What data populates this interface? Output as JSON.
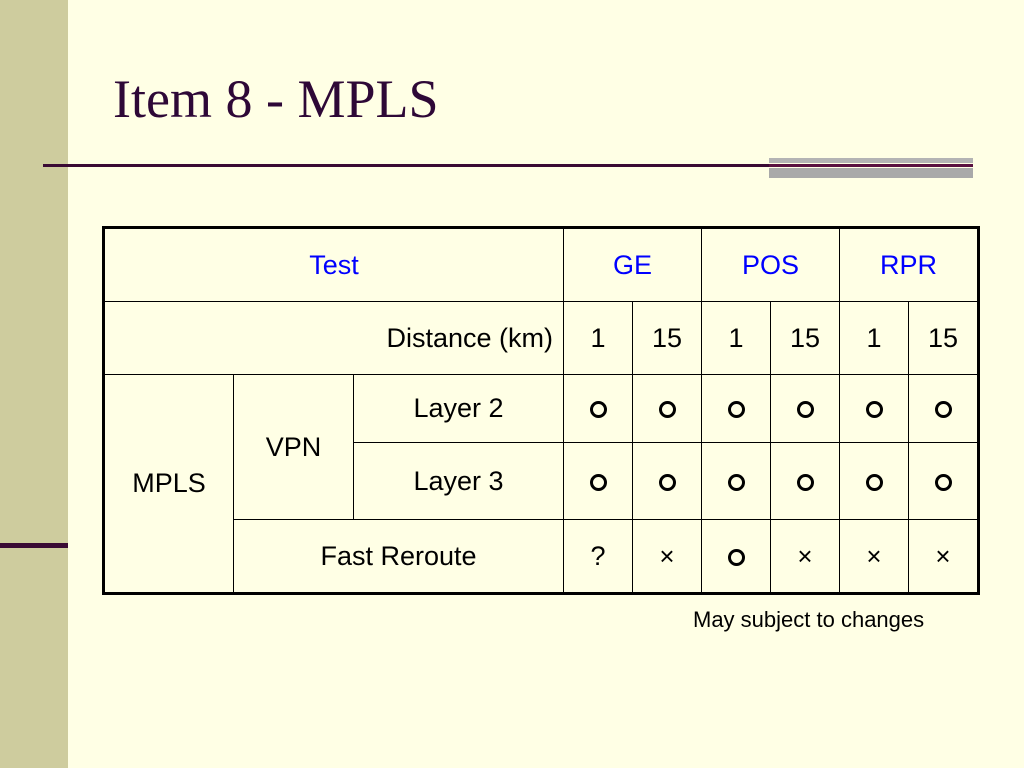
{
  "slide": {
    "title": "Item 8 - MPLS",
    "note": "May subject to changes"
  },
  "table": {
    "header": {
      "test_label": "Test",
      "groups": [
        "GE",
        "POS",
        "RPR"
      ]
    },
    "distance": {
      "label": "Distance (km)",
      "values": [
        "1",
        "15",
        "1",
        "15",
        "1",
        "15"
      ]
    },
    "rows": [
      {
        "category": "MPLS",
        "subcategory": "VPN",
        "label": "Layer 2",
        "marks": [
          "circle",
          "circle",
          "circle",
          "circle",
          "circle",
          "circle"
        ]
      },
      {
        "category": "MPLS",
        "subcategory": "VPN",
        "label": "Layer 3",
        "marks": [
          "circle",
          "circle",
          "circle",
          "circle",
          "circle",
          "circle"
        ]
      },
      {
        "category": "MPLS",
        "label": "Fast Reroute",
        "marks": [
          "?",
          "×",
          "circle",
          "×",
          "×",
          "×"
        ]
      }
    ]
  },
  "colors": {
    "background": "#FFFFE5",
    "side_band": "#CECC9E",
    "title": "#2E0837",
    "header_text": "#0000FF",
    "rule": "#3A0A34"
  }
}
